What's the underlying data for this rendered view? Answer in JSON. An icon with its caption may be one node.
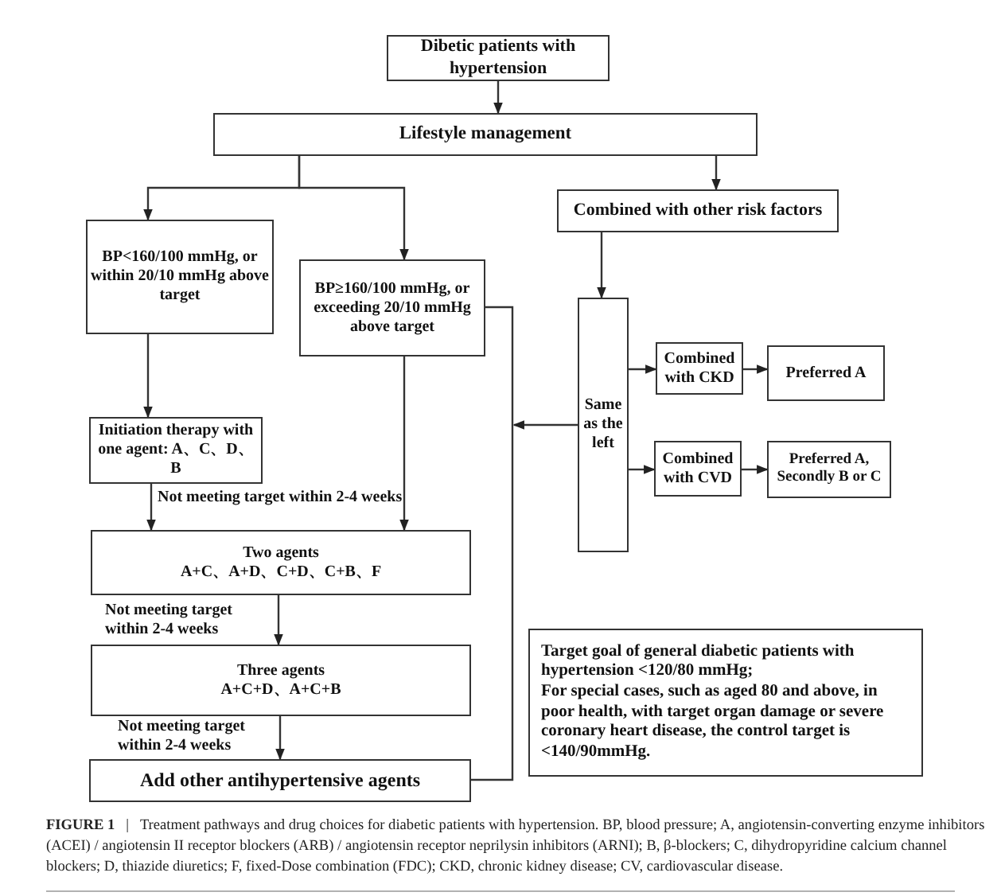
{
  "diagram": {
    "caption": "**FIGURE 1**   |   Treatment pathways and drug choices for diabetic patients with hypertension. BP, blood pressure; A, angiotensin-converting enzyme inhibitors (ACEI) / angiotensin II receptor blockers (ARB) / angiotensin receptor neprilysin inhibitors (ARNI); B, β-blockers; C, dihydropyridine calcium channel blockers; D, thiazide diuretics; F, fixed-Dose combination (FDC); CKD, chronic kidney disease; CV, cardiovascular disease.",
    "nodes": [
      {
        "text": [
          "Dibetic patients with hypertension"
        ]
      },
      {
        "text": [
          "Lifestyle management"
        ]
      },
      {
        "text": [
          "BP<160/100 mmHg, or within 20/10 mmHg above target"
        ]
      },
      {
        "text": [
          "BP≥160/100 mmHg, or exceeding 20/10 mmHg above target"
        ]
      },
      {
        "text": [
          "Combined with other risk factors"
        ]
      },
      {
        "text": [
          "Same as the left"
        ]
      },
      {
        "text": [
          "Combined with CKD"
        ]
      },
      {
        "text": [
          "Preferred A"
        ]
      },
      {
        "text": [
          "Combined with CVD"
        ]
      },
      {
        "text": [
          "Preferred A, Secondly B or C"
        ]
      },
      {
        "text": [
          "Initiation therapy with one agent: A、C、D、B"
        ]
      },
      {
        "text": [
          "Two agents",
          "A+C、A+D、C+D、C+B、F"
        ]
      },
      {
        "text": [
          "Three agents",
          "A+C+D、A+C+B"
        ]
      },
      {
        "text": [
          "Add other antihypertensive agents"
        ]
      },
      {
        "text": [
          "Target goal of general diabetic patients with hypertension <120/80 mmHg;",
          "For special cases, such as aged 80 and above, in poor health, with target organ damage or severe coronary heart disease, the control target is <140/90mmHg."
        ]
      }
    ],
    "edges": [
      {
        "from": 0,
        "to": 1,
        "arrow": "to"
      },
      {
        "from": 1,
        "to": 2,
        "arrow": "to"
      },
      {
        "from": 1,
        "to": 3,
        "arrow": "to"
      },
      {
        "from": 1,
        "to": 4,
        "arrow": "to"
      },
      {
        "from": 4,
        "to": 5,
        "arrow": "to"
      },
      {
        "from": 5,
        "to": 6,
        "arrow": "to"
      },
      {
        "from": 6,
        "to": 7,
        "arrow": "to"
      },
      {
        "from": 5,
        "to": 8,
        "arrow": "to"
      },
      {
        "from": 8,
        "to": 9,
        "arrow": "to"
      },
      {
        "from": 5,
        "to": null,
        "arrow": "to"
      },
      {
        "from": 3,
        "to": 13,
        "arrow": "none"
      },
      {
        "from": 2,
        "to": 10,
        "arrow": "to"
      },
      {
        "from": 10,
        "to": 11,
        "arrow": "to",
        "label": "Not meeting target within 2-4 weeks"
      },
      {
        "from": 3,
        "to": 11,
        "arrow": "to"
      },
      {
        "from": 11,
        "to": 12,
        "arrow": "to",
        "label": "Not meeting target within 2-4 weeks"
      },
      {
        "from": 12,
        "to": 13,
        "arrow": "to",
        "label": "Not meeting target within 2-4 weeks"
      }
    ]
  }
}
